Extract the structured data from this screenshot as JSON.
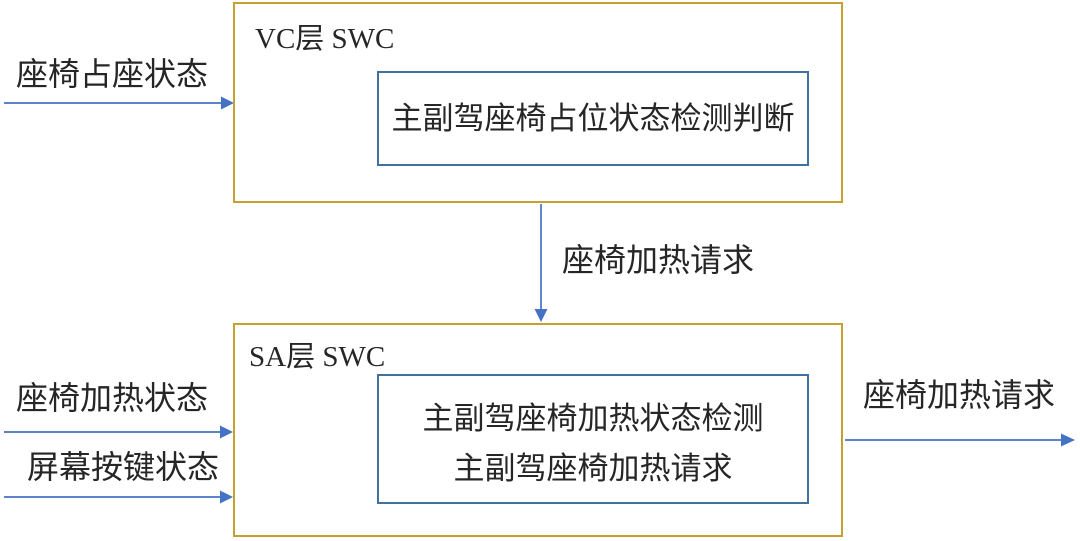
{
  "diagram": {
    "boxes": {
      "vc": {
        "title": "VC层 SWC",
        "inner_text": "主副驾座椅占位状态检测判断"
      },
      "sa": {
        "title": "SA层 SWC",
        "inner_line1": "主副驾座椅加热状态检测",
        "inner_line2": "主副驾座椅加热请求"
      }
    },
    "labels": {
      "seat_occupancy_status": "座椅占座状态",
      "seat_heating_request_mid": "座椅加热请求",
      "seat_heating_status": "座椅加热状态",
      "screen_button_status": "屏幕按键状态",
      "seat_heating_request_out": "座椅加热请求"
    },
    "colors": {
      "outer_box_border": "#C5A132",
      "inner_box_border": "#41719C",
      "arrow": "#4472C4",
      "text": "#262626",
      "background": "#FFFFFF"
    }
  }
}
